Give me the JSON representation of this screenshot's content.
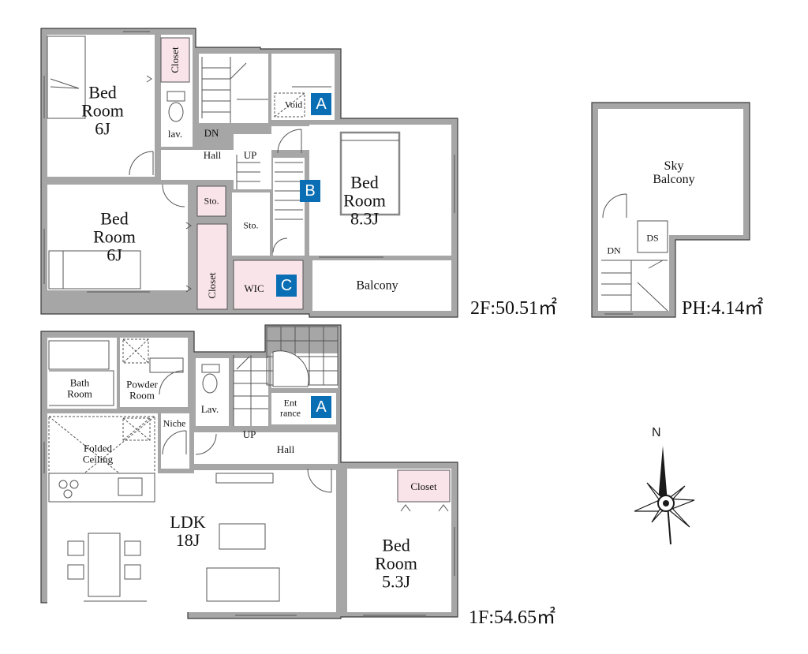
{
  "floor2": {
    "area": "2F:50.51㎡",
    "bedroom_nw": "Bed\nRoom\n6J",
    "bedroom_w": "Bed\nRoom\n6J",
    "bedroom_e": "Bed\nRoom\n8.3J",
    "closet_top": "Closet",
    "closet_left": "Closet",
    "lav": "lav.",
    "dn": "DN",
    "hall": "Hall",
    "up": "UP",
    "void": "Void",
    "sto1": "Sto.",
    "sto2": "Sto.",
    "wic": "WIC",
    "balcony": "Balcony",
    "marker_a": "A",
    "marker_b": "B",
    "marker_c": "C"
  },
  "penthouse": {
    "area": "PH:4.14㎡",
    "sky_balcony": "Sky\nBalcony",
    "dn": "DN",
    "ds": "DS"
  },
  "floor1": {
    "area": "1F:54.65㎡",
    "bath_room": "Bath\nRoom",
    "powder_room": "Powder\nRoom",
    "lav": "Lav.",
    "entrance": "Ent\nrance",
    "marker_a": "A",
    "niche": "Niche",
    "up": "UP",
    "hall": "Hall",
    "folded_ceiling": "Folded\nCeiling",
    "ldk": "LDK\n18J",
    "closet": "Closet",
    "bedroom": "Bed\nRoom\n5.3J"
  },
  "compass": {
    "label": "N"
  },
  "colors": {
    "wall": "#a6a6a6",
    "closet": "#f9e4ea",
    "marker": "#0a6eb4"
  }
}
